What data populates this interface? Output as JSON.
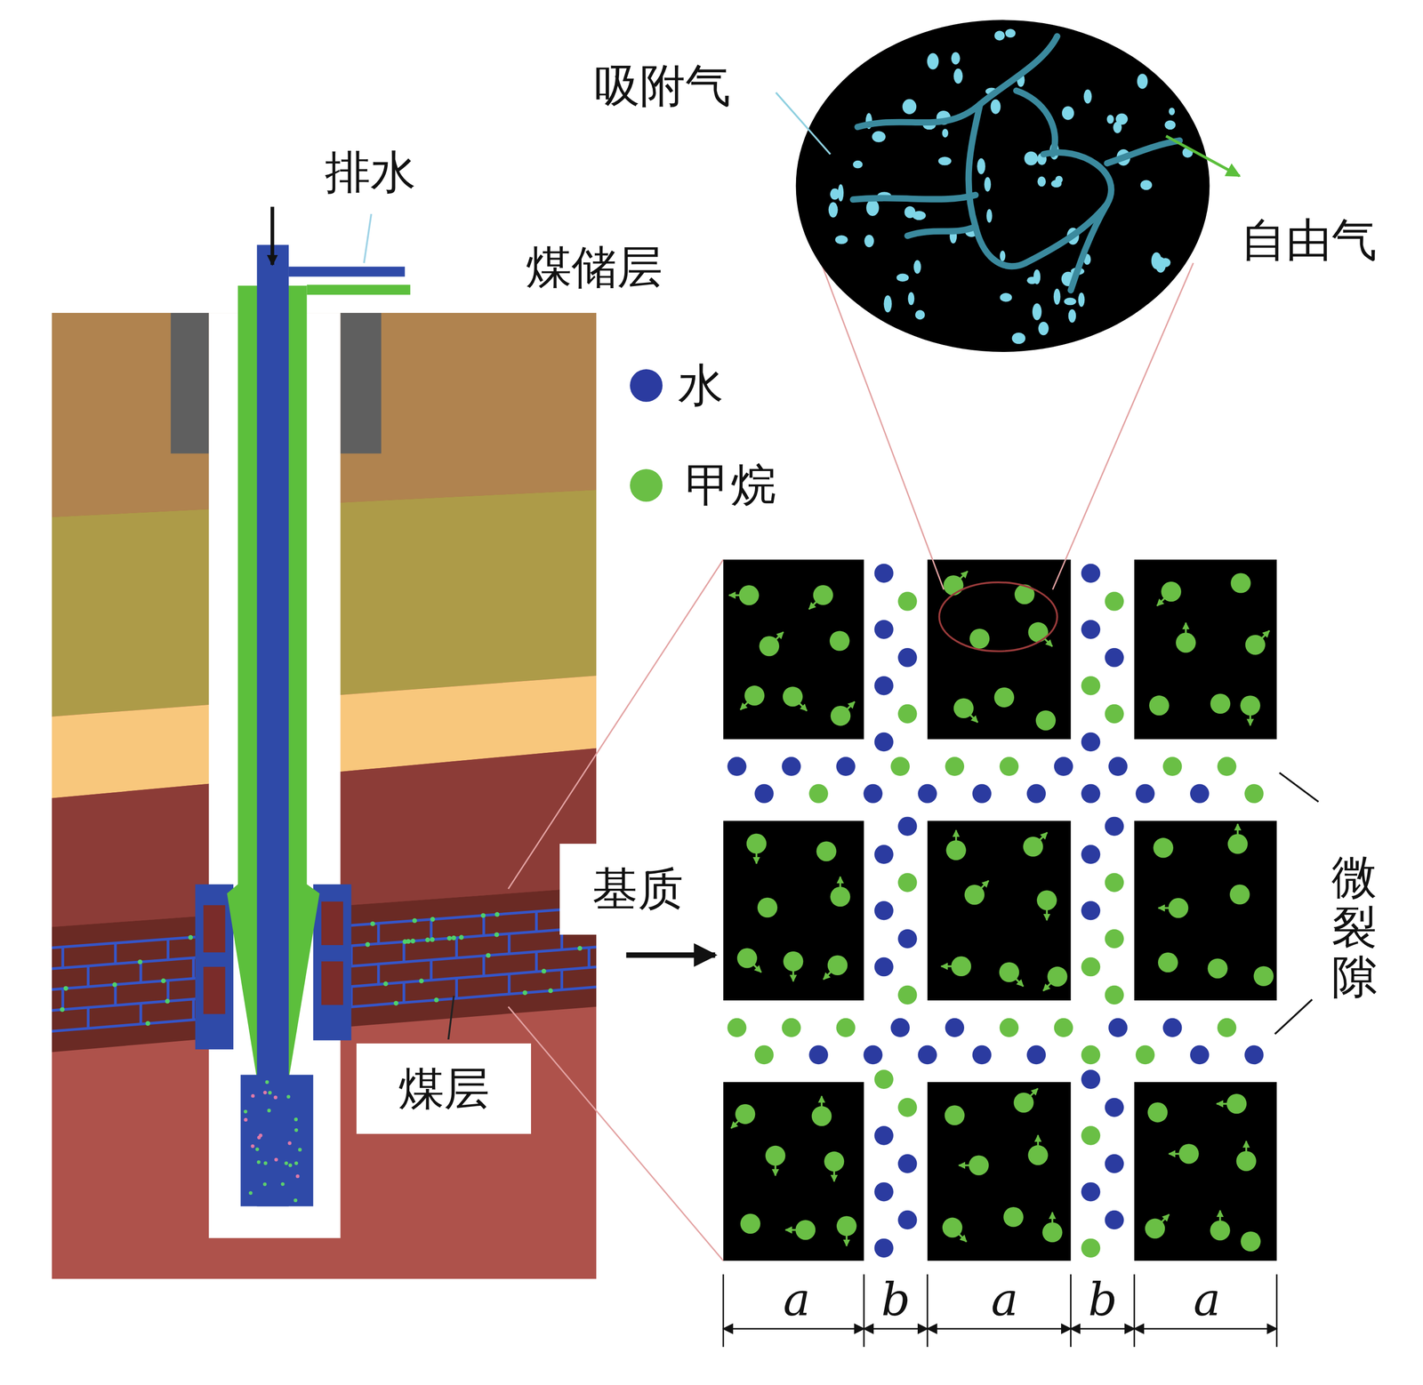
{
  "diagram": {
    "nodes": [
      {
        "text": [
          "基质"
        ]
      },
      {
        "text": [
          "煤层"
        ]
      }
    ],
    "labels": [
      "吸附气",
      "自由气",
      "排水",
      "煤储层",
      "微裂隙",
      "a",
      "b",
      "a",
      "b",
      "a"
    ],
    "legend": [
      {
        "text": "水",
        "color": "#2b3ba0"
      },
      {
        "text": "甲烷",
        "color": "#6abf45"
      }
    ]
  }
}
